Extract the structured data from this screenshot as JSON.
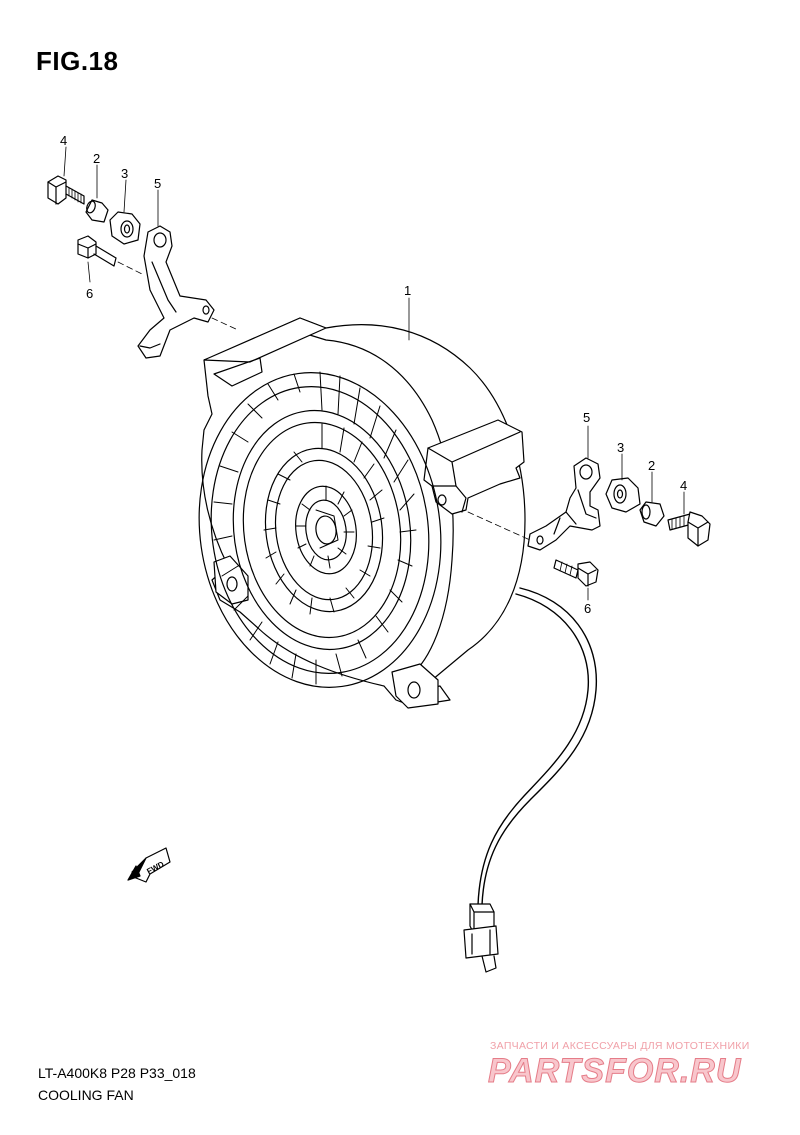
{
  "figure": {
    "title": "FIG.18"
  },
  "callouts": {
    "left": {
      "p4": "4",
      "p2": "2",
      "p3": "3",
      "p5": "5",
      "p6": "6"
    },
    "main": {
      "p1": "1"
    },
    "right": {
      "p5": "5",
      "p3": "3",
      "p2": "2",
      "p4": "4",
      "p6": "6"
    }
  },
  "fwd_arrow": {
    "label": "FWD"
  },
  "footer": {
    "model_code": "LT-A400K8 P28 P33_018",
    "part_name": "COOLING FAN"
  },
  "watermark": {
    "subtitle": "ЗАПЧАСТИ И АКСЕССУАРЫ ДЛЯ МОТОТЕХНИКИ",
    "brand": "PARTSFOR.RU"
  }
}
